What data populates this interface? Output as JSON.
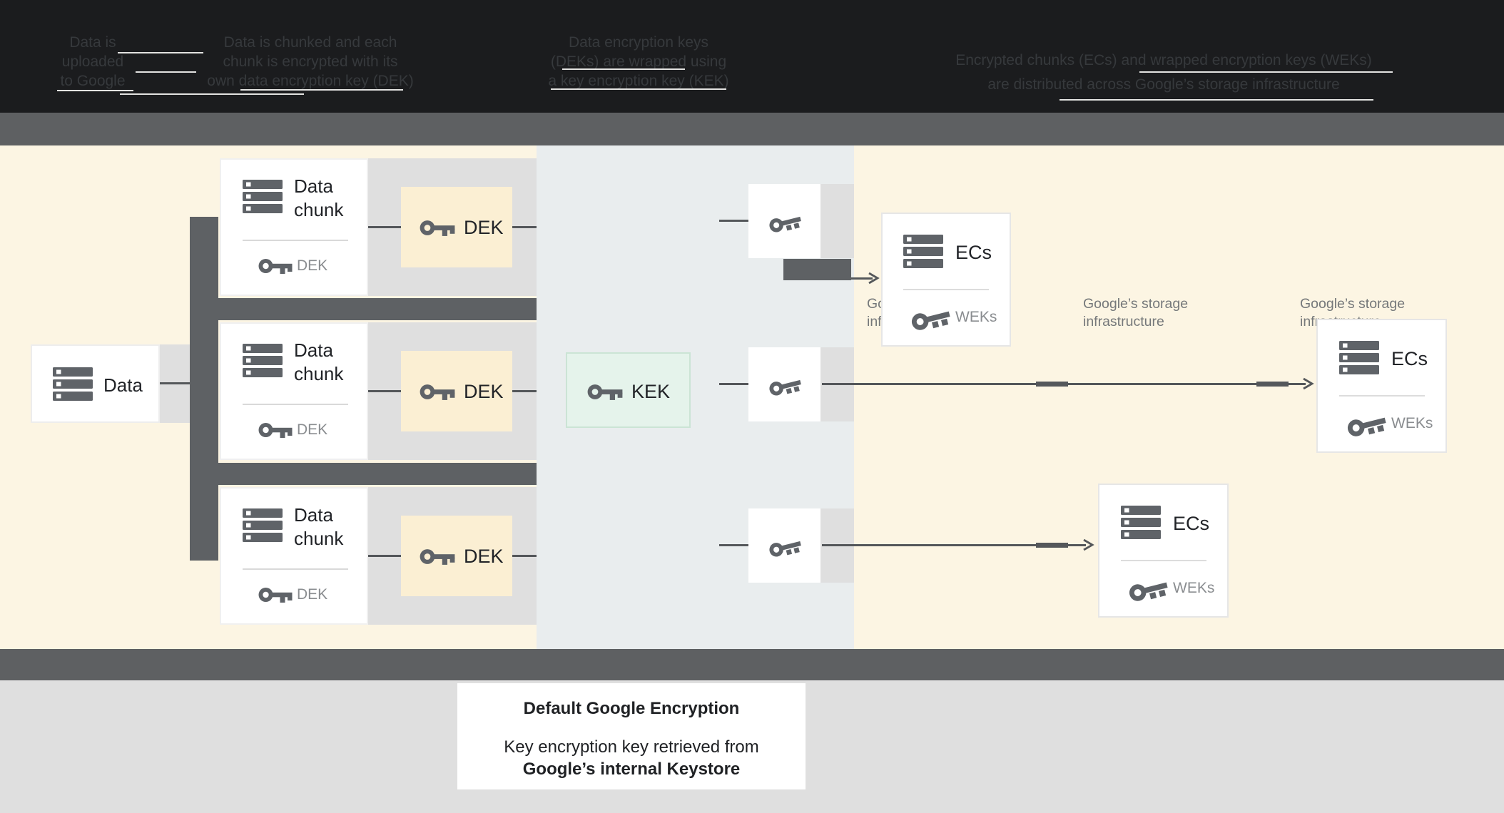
{
  "header": {
    "columns": [
      {
        "line1": "Data is",
        "line2": "uploaded",
        "line3": "to Google"
      },
      {
        "line1": "Data is chunked and each",
        "line2": "chunk is encrypted with its",
        "line3": "own data encryption key (DEK)"
      },
      {
        "line1": "Data encryption keys",
        "line2": "(DEKs) are wrapped using",
        "line3": "a key encryption key (KEK)"
      },
      {
        "line1": "Encrypted chunks (ECs) and wrapped encryption keys (WEKs)",
        "line2": "are distributed across Google’s storage infrastructure"
      }
    ]
  },
  "diagram": {
    "data_box": {
      "label": "Data"
    },
    "chunks": [
      {
        "title1": "Data",
        "title2": "chunk",
        "key_label": "DEK"
      },
      {
        "title1": "Data",
        "title2": "chunk",
        "key_label": "DEK"
      },
      {
        "title1": "Data",
        "title2": "chunk",
        "key_label": "DEK"
      }
    ],
    "dek_boxes": [
      {
        "label": "DEK"
      },
      {
        "label": "DEK"
      },
      {
        "label": "DEK"
      }
    ],
    "kek_box": {
      "label": "KEK"
    },
    "storage_labels": [
      {
        "line1": "Google’s storage",
        "line2": "infrastructure"
      },
      {
        "line1": "Google’s storage",
        "line2": "infrastructure"
      },
      {
        "line1": "Google’s storage",
        "line2": "infrastructure"
      }
    ],
    "ecs_boxes": [
      {
        "label": "ECs",
        "key_label": "WEKs"
      },
      {
        "label": "ECs",
        "key_label": "WEKs"
      },
      {
        "label": "ECs",
        "key_label": "WEKs"
      }
    ]
  },
  "caption": {
    "title": "Default Google Encryption",
    "line1": "Key encryption key retrieved from",
    "line2": "Google’s internal Keystore"
  },
  "colors": {
    "cream_background": "#FCF5E3",
    "middle_panel": "#E9EDEE",
    "dek_box": "#FBEFD3",
    "kek_box": "#E5F3EB",
    "dark_connector": "#5E6164",
    "section_bar": "#5E6062",
    "icon_gray": "#5F6368",
    "light_band": "#DFDFDF"
  }
}
